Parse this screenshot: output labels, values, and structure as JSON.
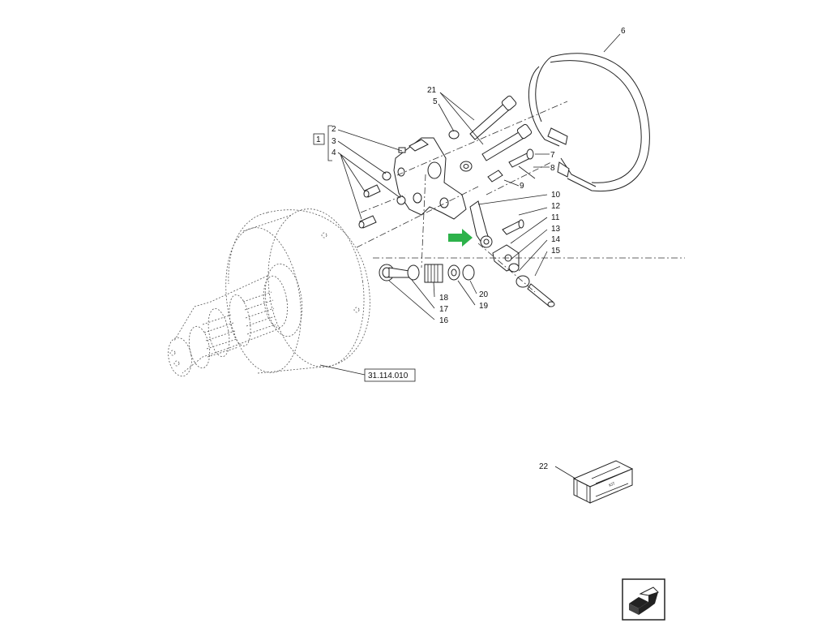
{
  "callouts": {
    "c1": "1",
    "c2": "2",
    "c3": "3",
    "c4": "4",
    "c5": "5",
    "c6": "6",
    "c7": "7",
    "c8": "8",
    "c9": "9",
    "c10": "10",
    "c11": "11",
    "c12": "12",
    "c13": "13",
    "c14": "14",
    "c15": "15",
    "c16": "16",
    "c17": "17",
    "c18": "18",
    "c19": "19",
    "c20": "20",
    "c21": "21",
    "c22": "22"
  },
  "reference": "31.114.010",
  "colors": {
    "highlight_arrow": "#2db24a",
    "line": "#222222"
  },
  "icons": {
    "arrow": "green-arrow-icon",
    "nav": "next-page-icon"
  }
}
